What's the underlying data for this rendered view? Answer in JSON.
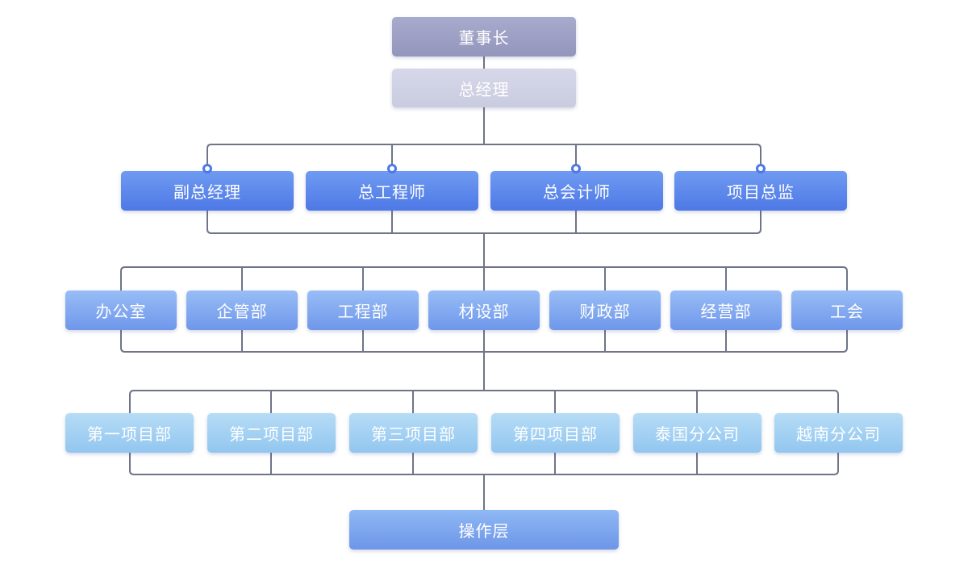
{
  "chairman": "董事长",
  "general_manager": "总经理",
  "executives": [
    "副总经理",
    "总工程师",
    "总会计师",
    "项目总监"
  ],
  "departments": [
    "办公室",
    "企管部",
    "工程部",
    "材设部",
    "财政部",
    "经营部",
    "工会"
  ],
  "projects": [
    "第一项目部",
    "第二项目部",
    "第三项目部",
    "第四项目部",
    "泰国分公司",
    "越南分公司"
  ],
  "operations": "操作层"
}
